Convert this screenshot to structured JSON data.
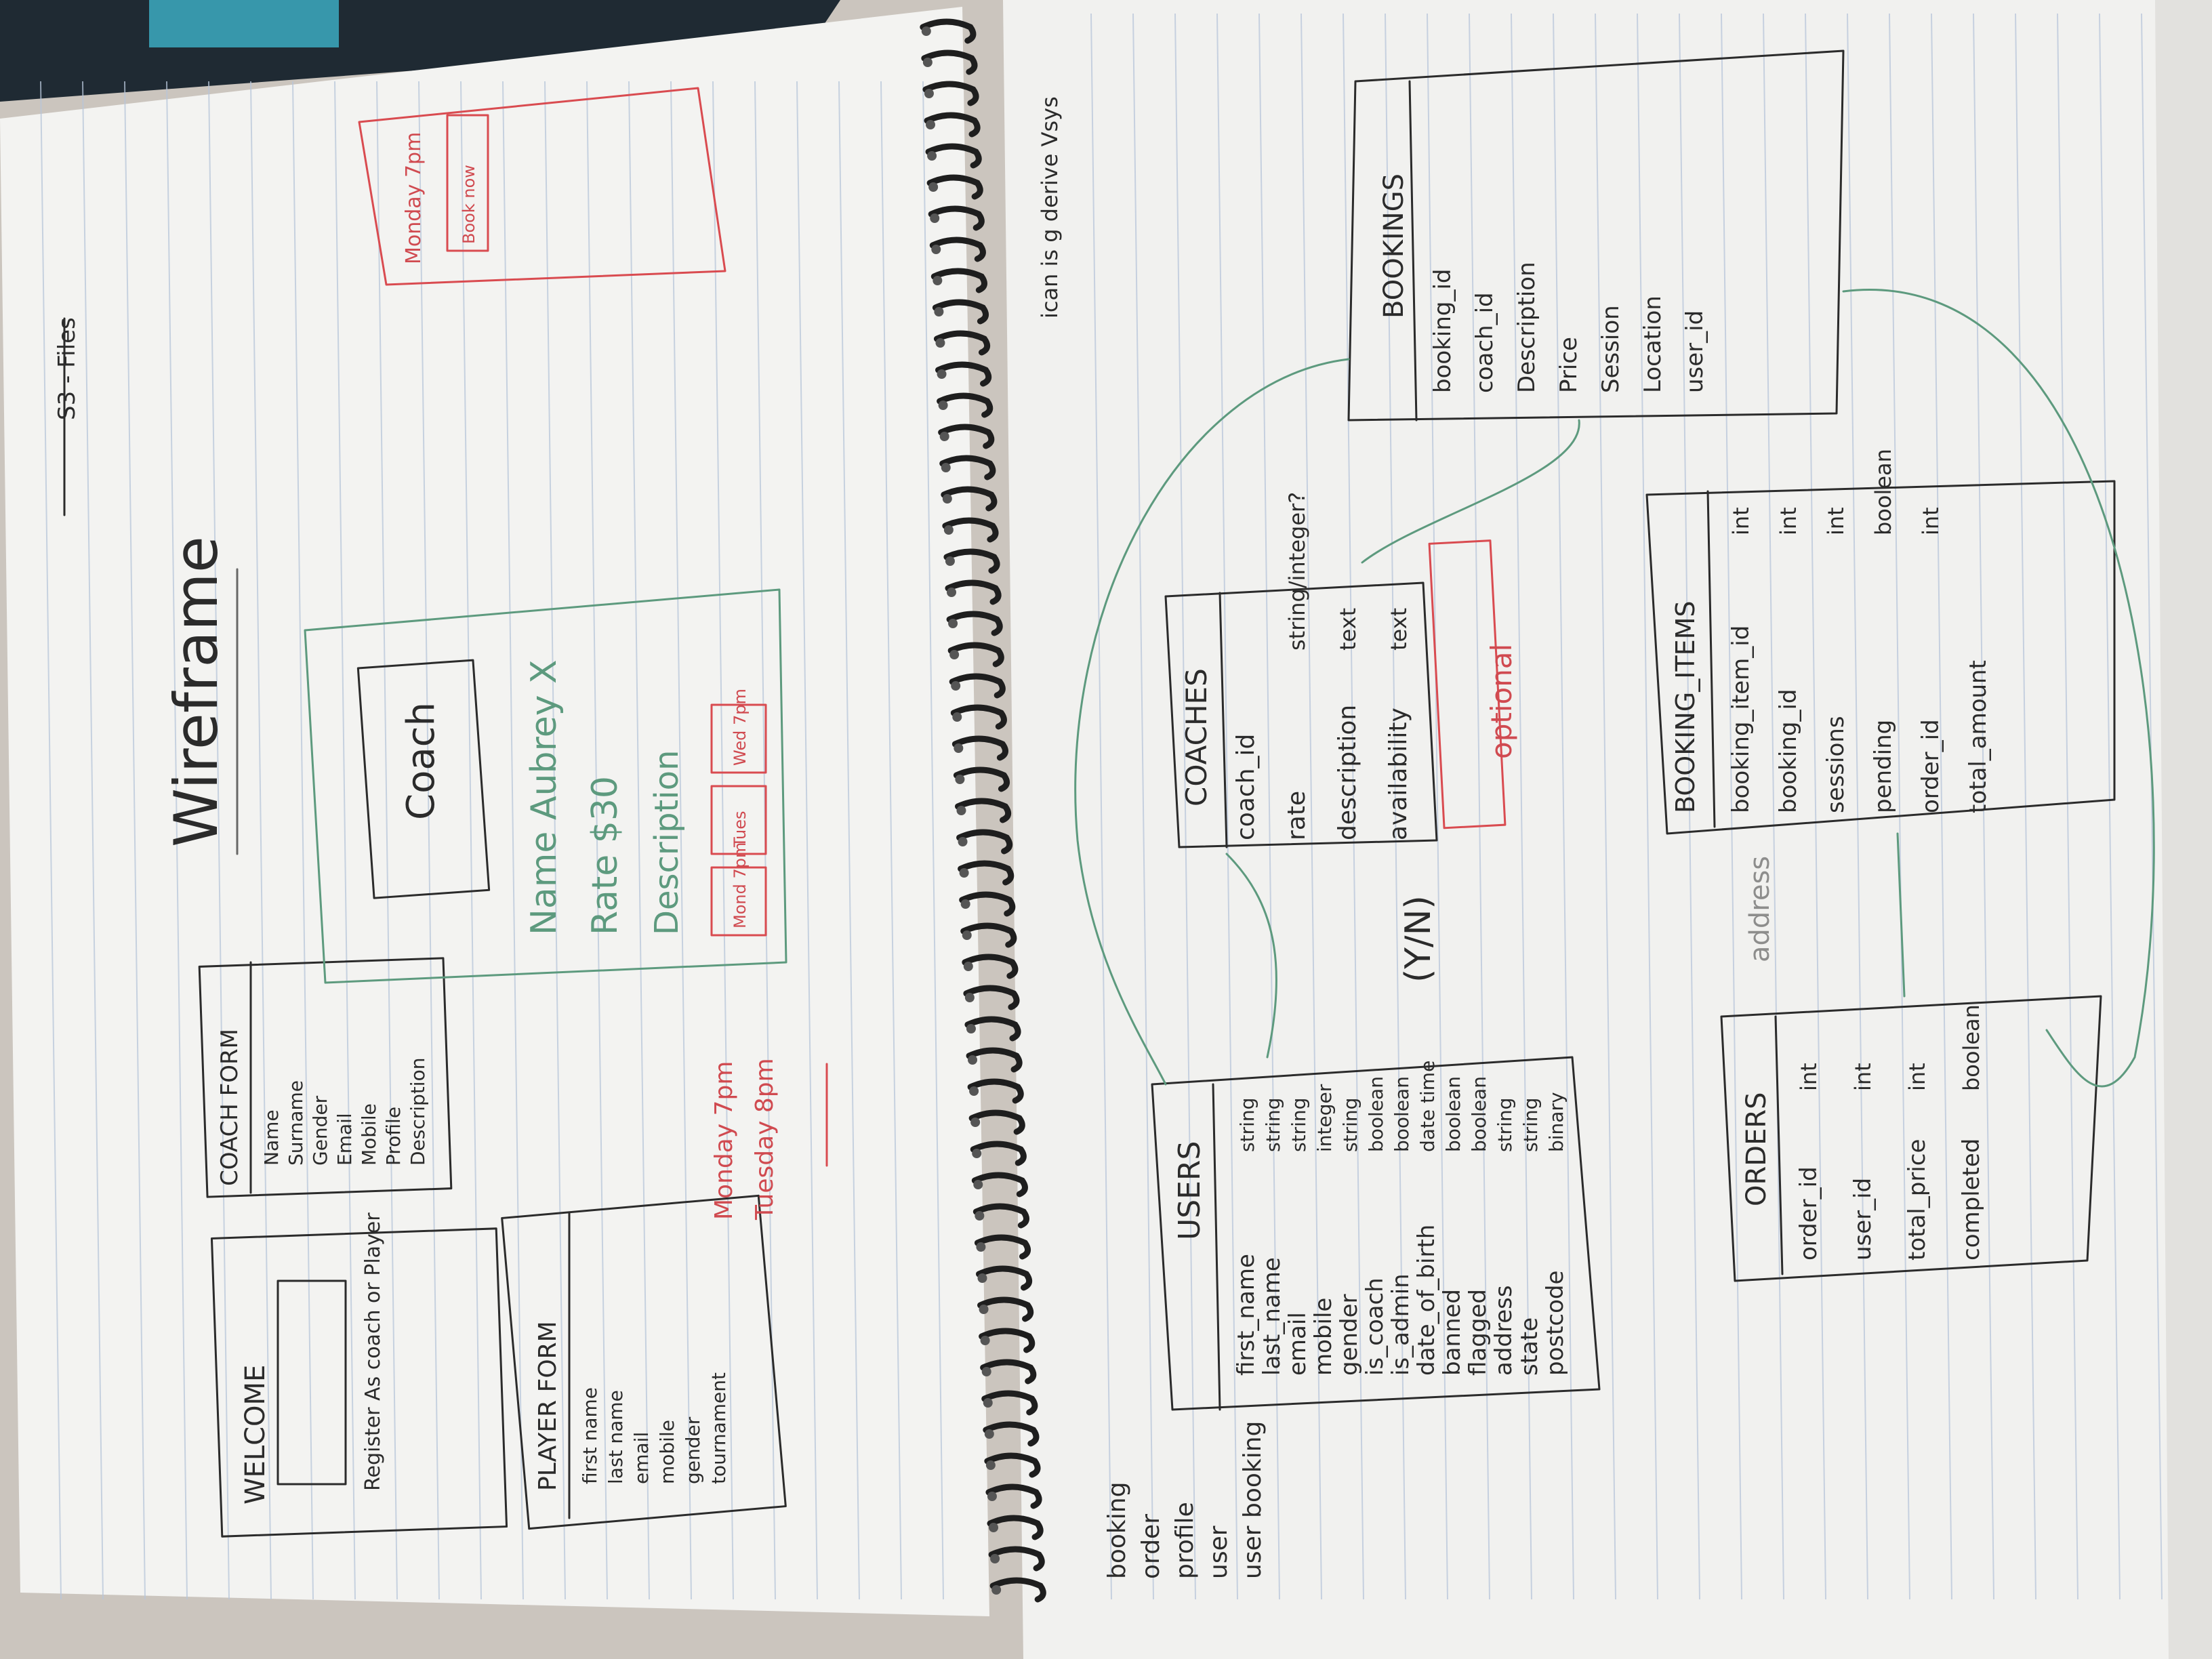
{
  "left_page": {
    "corner_note": "S3 - Files",
    "title": "Wireframe",
    "welcome": {
      "title": "WELCOME",
      "text": "Register As coach or Player"
    },
    "player_form": {
      "title": "PLAYER FORM",
      "fields": [
        "first name",
        "last name",
        "email",
        "mobile",
        "gender",
        "tournament"
      ]
    },
    "coach_form": {
      "title": "COACH FORM",
      "fields": [
        "Name",
        "Surname",
        "Gender",
        "Email",
        "Mobile",
        "Profile",
        "Description"
      ]
    },
    "coach_card": {
      "photo_label": "Coach",
      "name_line": "Name Aubrey X",
      "rate_line": "Rate $30",
      "description_line": "Description",
      "slots": [
        "Mond 7pm",
        "Tues",
        "Wed 7pm"
      ]
    },
    "slot_notes": [
      "Monday 7pm",
      "Tuesday 8pm"
    ],
    "booking_card": {
      "slot": "Monday 7pm",
      "button": "Book now"
    }
  },
  "right_page": {
    "margin_note": "ican is g derive Vsys",
    "page_list": [
      "booking",
      "order",
      "profile",
      "user",
      "user booking"
    ],
    "users": {
      "title": "USERS",
      "rows": [
        {
          "field": "first_name",
          "type": "string"
        },
        {
          "field": "last_name",
          "type": "string"
        },
        {
          "field": "email",
          "type": "string"
        },
        {
          "field": "mobile",
          "type": "integer"
        },
        {
          "field": "gender",
          "type": "string"
        },
        {
          "field": "is_coach",
          "type": "boolean"
        },
        {
          "field": "is_admin",
          "type": "boolean"
        },
        {
          "field": "date_of_birth",
          "type": "date time"
        },
        {
          "field": "banned",
          "type": "boolean"
        },
        {
          "field": "flagged",
          "type": "boolean"
        },
        {
          "field": "address",
          "type": "string"
        },
        {
          "field": "state",
          "type": "string"
        },
        {
          "field": "postcode",
          "type": "binary"
        }
      ],
      "yn_note": "(Y/N)"
    },
    "coaches": {
      "title": "COACHES",
      "rows": [
        {
          "field": "coach_id",
          "type": ""
        },
        {
          "field": "rate",
          "type": "string/integer?"
        },
        {
          "field": "description",
          "type": "text"
        },
        {
          "field": "availability",
          "type": "text"
        }
      ],
      "optional_note": "optional"
    },
    "bookings": {
      "title": "BOOKINGS",
      "rows": [
        "booking_id",
        "coach_id",
        "Description",
        "Price",
        "Session",
        "Location",
        "user_id"
      ]
    },
    "booking_items": {
      "title": "BOOKING_ITEMS",
      "rows": [
        {
          "field": "booking_item_id",
          "type": "int"
        },
        {
          "field": "booking_id",
          "type": "int"
        },
        {
          "field": "sessions",
          "type": "int"
        },
        {
          "field": "pending",
          "type": "boolean"
        },
        {
          "field": "order_id",
          "type": "int"
        },
        {
          "field": "total_amount",
          "type": ""
        }
      ],
      "crossed_note": "address"
    },
    "orders": {
      "title": "ORDERS",
      "rows": [
        {
          "field": "order_id",
          "type": "int"
        },
        {
          "field": "user_id",
          "type": "int"
        },
        {
          "field": "total_price",
          "type": "int"
        },
        {
          "field": "completed",
          "type": "boolean"
        }
      ]
    }
  },
  "colors": {
    "paper": "#f3f3f1",
    "rule_line": "#b8c6da",
    "ink_dark": "#2b2b2b",
    "ink_red": "#d94b50",
    "ink_green": "#5d9a7e",
    "binding": "#1e1e1e",
    "notebook_cover": "#1f2a33",
    "table": "#c9c4bd"
  }
}
